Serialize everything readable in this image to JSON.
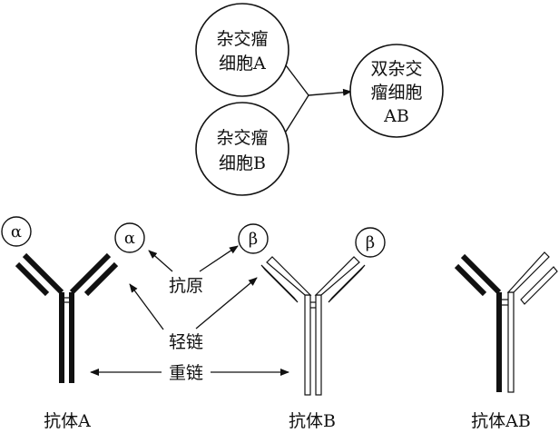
{
  "cells": {
    "hybridoma_a": {
      "line1": "杂交瘤",
      "line2": "细胞A"
    },
    "hybridoma_b": {
      "line1": "杂交瘤",
      "line2": "细胞B"
    },
    "bispecific": {
      "line1": "双杂交",
      "line2": "瘤细胞",
      "line3": "AB"
    }
  },
  "antigens": {
    "alpha": "α",
    "beta": "β"
  },
  "labels": {
    "antigen": "抗原",
    "light_chain": "轻链",
    "heavy_chain": "重链"
  },
  "antibodies": {
    "a": "抗体A",
    "b": "抗体B",
    "ab": "抗体AB"
  },
  "colors": {
    "stroke": "#111111",
    "background": "#ffffff"
  }
}
